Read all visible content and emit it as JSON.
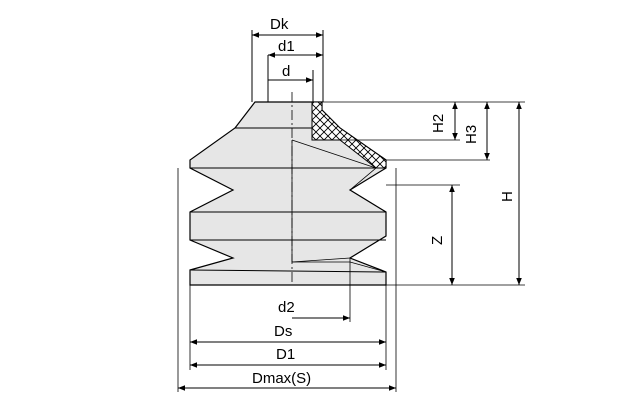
{
  "diagram": {
    "labels": {
      "dk": "Dk",
      "d1": "d1",
      "d": "d",
      "h2": "H2",
      "h3": "H3",
      "h": "H",
      "z": "Z",
      "d2": "d2",
      "ds": "Ds",
      "D1": "D1",
      "dmax": "Dmax(S)"
    },
    "colors": {
      "body_fill": "#e6e6e6",
      "line": "#000000",
      "background": "#ffffff"
    }
  }
}
